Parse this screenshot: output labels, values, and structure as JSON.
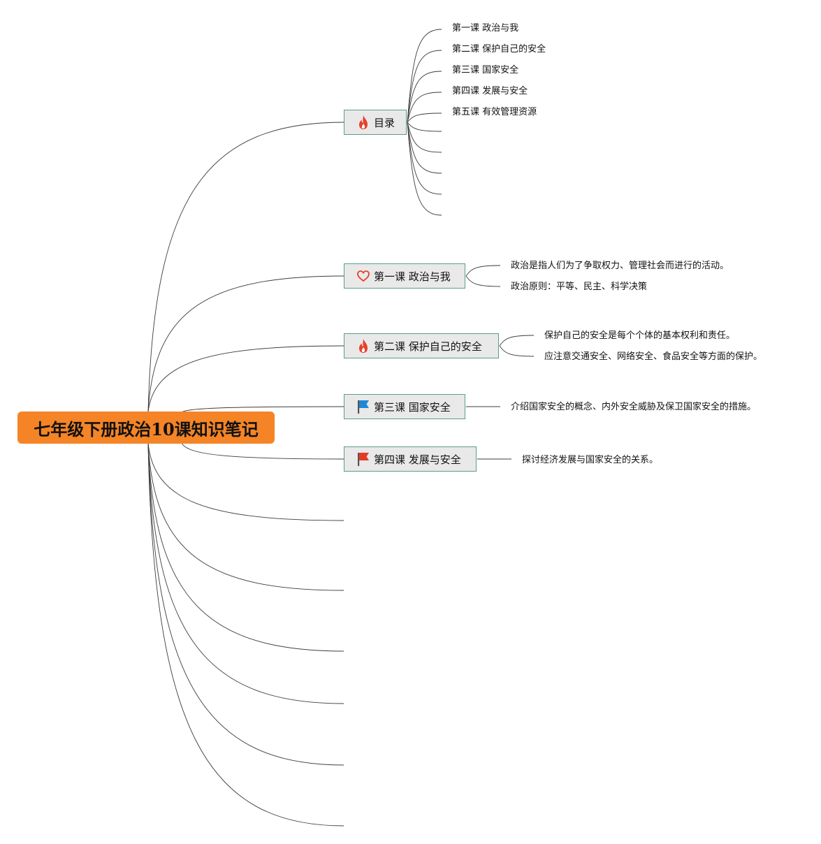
{
  "root": {
    "title": "七年级下册政治10课知识笔记",
    "color": "#f58426"
  },
  "colors": {
    "line": "#3c3c3c",
    "topic_border": "#5c9c89",
    "topic_fill": "#e9e9e9",
    "fire": "#e8402b",
    "flag_blue": "#1e88d6",
    "flag_red": "#e53a25",
    "heart": "#e8402b"
  },
  "topics": [
    {
      "label": "目录",
      "icon": "fire-icon",
      "children": [
        "第一课 政治与我",
        "第二课 保护自己的安全",
        "第三课 国家安全",
        "第四课 发展与安全",
        "第五课 有效管理资源",
        "",
        "",
        "",
        "",
        ""
      ]
    },
    {
      "label": "第一课 政治与我",
      "icon": "heart-icon",
      "children": [
        "政治是指人们为了争取权力、管理社会而进行的活动。",
        "政治原则：平等、民主、科学决策"
      ]
    },
    {
      "label": "第二课 保护自己的安全",
      "icon": "fire-icon",
      "children": [
        "保护自己的安全是每个个体的基本权利和责任。",
        "应注意交通安全、网络安全、食品安全等方面的保护。"
      ]
    },
    {
      "label": "第三课 国家安全",
      "icon": "blue-flag-icon",
      "children": [
        "介绍国家安全的概念、内外安全威胁及保卫国家安全的措施。"
      ]
    },
    {
      "label": "第四课 发展与安全",
      "icon": "red-flag-icon",
      "children": [
        "探讨经济发展与国家安全的关系。"
      ]
    },
    {
      "label": "",
      "icon": "",
      "children": []
    },
    {
      "label": "",
      "icon": "",
      "children": []
    },
    {
      "label": "",
      "icon": "",
      "children": []
    },
    {
      "label": "",
      "icon": "",
      "children": []
    },
    {
      "label": "",
      "icon": "",
      "children": []
    },
    {
      "label": "",
      "icon": "",
      "children": []
    }
  ]
}
